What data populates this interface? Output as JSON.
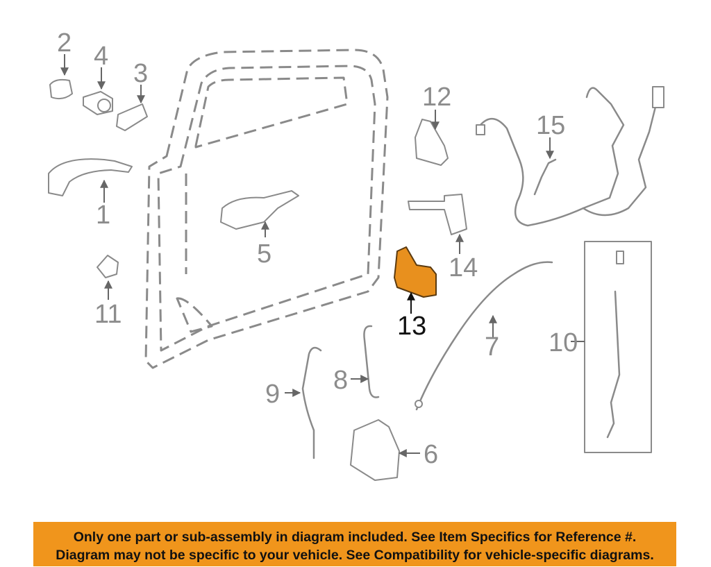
{
  "diagram": {
    "callouts": [
      "1",
      "2",
      "3",
      "4",
      "5",
      "6",
      "7",
      "8",
      "9",
      "10",
      "11",
      "12",
      "13",
      "14",
      "15"
    ],
    "highlighted_part": "13",
    "highlight_color": "#e8901e"
  },
  "banner": {
    "line1": "Only one part or sub-assembly in diagram included. See Item Specifics for Reference #.",
    "line2": "Diagram may not be specific to your vehicle. See Compatibility for vehicle-specific diagrams.",
    "background_color": "#f0951c"
  }
}
